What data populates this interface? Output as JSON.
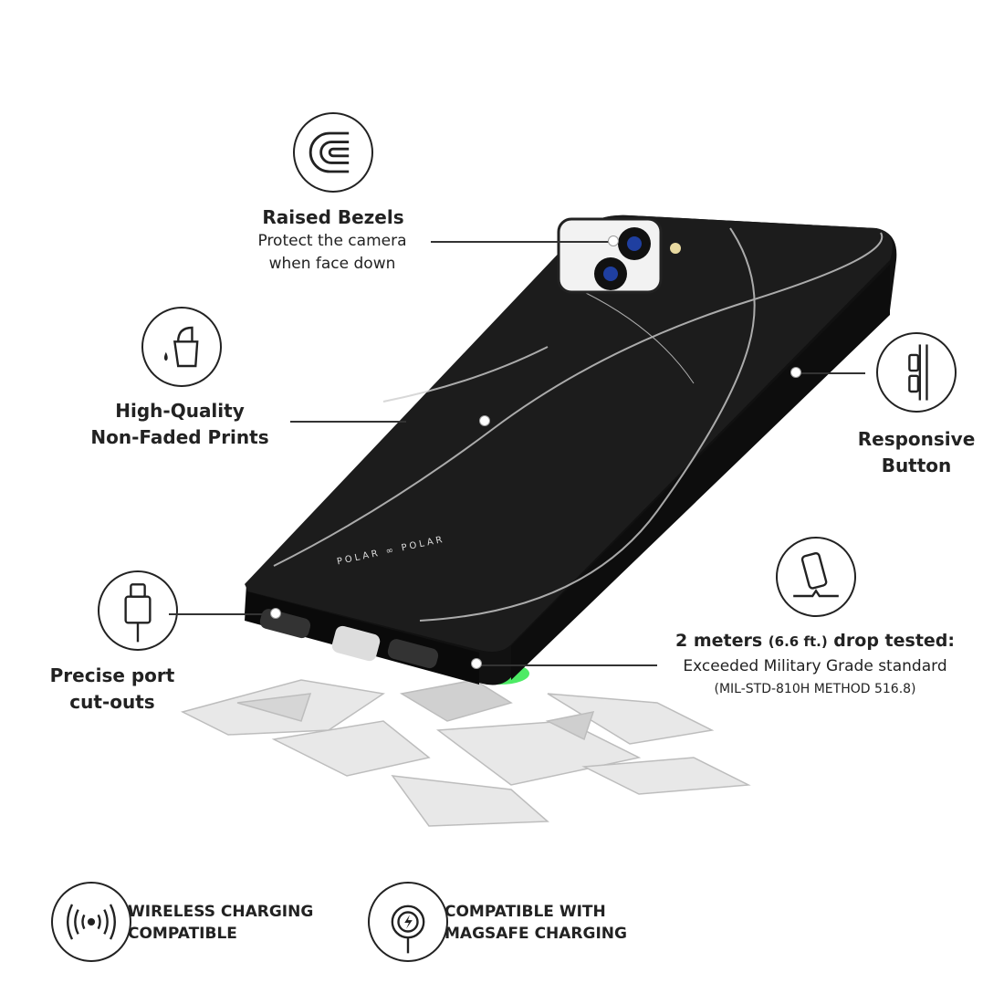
{
  "features": {
    "raised_bezels": {
      "title": "Raised Bezels",
      "line1": "Protect the camera",
      "line2": "when face down",
      "icon": "bezel-icon"
    },
    "prints": {
      "line1": "High-Quality",
      "line2": "Non-Faded Prints",
      "icon": "print-bucket-icon"
    },
    "button": {
      "line1": "Responsive",
      "line2": "Button",
      "icon": "side-button-icon"
    },
    "drop": {
      "title_bold1": "2 meters ",
      "title_small": "(6.6 ft.)",
      "title_bold2": " drop tested:",
      "line2": "Exceeded Military Grade standard",
      "line3": "(MIL-STD-810H METHOD 516.8)",
      "icon": "phone-drop-icon"
    },
    "port": {
      "line1": "Precise port",
      "line2": "cut-outs",
      "icon": "lightning-cable-icon"
    }
  },
  "bottom": {
    "wireless": {
      "line1": "WIRELESS CHARGING",
      "line2": "COMPATIBLE",
      "icon": "wireless-charging-icon"
    },
    "magsafe": {
      "line1": "COMPATIBLE WITH",
      "line2": "MAGSAFE CHARGING",
      "icon": "magsafe-icon"
    }
  },
  "case_brand": "POLAR ∞ POLAR",
  "colors": {
    "accent_glow": "#2ee84a",
    "case": "#151515"
  }
}
